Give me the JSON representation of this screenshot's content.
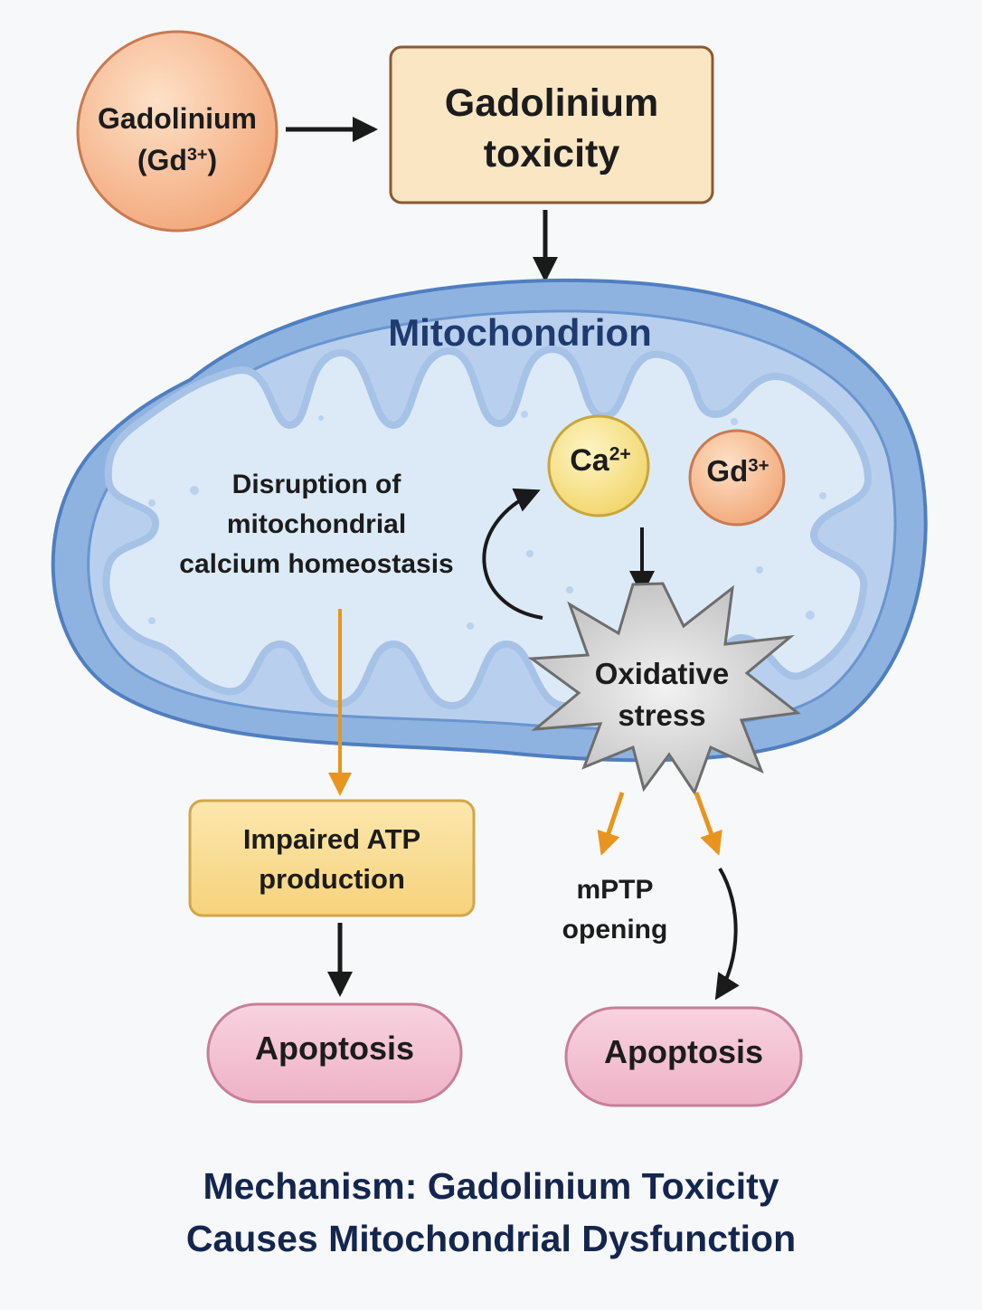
{
  "nodes": {
    "gadolinium": {
      "name": "Gadolinium",
      "ion": "(Gd",
      "charge": "3+",
      "close": ")"
    },
    "toxicity": {
      "line1": "Gadolinium",
      "line2": "toxicity"
    },
    "mitochondrion": {
      "title": "Mitochondrion"
    },
    "disruption": {
      "line1": "Disruption of",
      "line2": "mitochondrial",
      "line3": "calcium homeostasis"
    },
    "calcium_ion": {
      "symbol": "Ca",
      "charge": "2+"
    },
    "gadolinium_ion": {
      "symbol": "Gd",
      "charge": "3+"
    },
    "oxidative_stress": {
      "line1": "Oxidative",
      "line2": "stress"
    },
    "atp": {
      "line1": "Impaired ATP",
      "line2": "production"
    },
    "mptp": {
      "line1": "mPTP",
      "line2": "opening"
    },
    "apoptosis_left": {
      "label": "Apoptosis"
    },
    "apoptosis_right": {
      "label": "Apoptosis"
    }
  },
  "caption": {
    "line1": "Mechanism: Gadolinium Toxicity",
    "line2": "Causes Mitochondrial Dysfunction"
  },
  "colors": {
    "background": "#f7f8f9",
    "gd_circle": "#f6b98e",
    "toxicity_box": "#fbe6c4",
    "mito_outer": "#8fb3e0",
    "mito_matrix": "#dceaf7",
    "ca_circle": "#f7e38a",
    "atp_box": "#f9dd92",
    "apoptosis": "#f3c2d2",
    "orange_arrow": "#e8951f",
    "caption": "#14264d"
  }
}
